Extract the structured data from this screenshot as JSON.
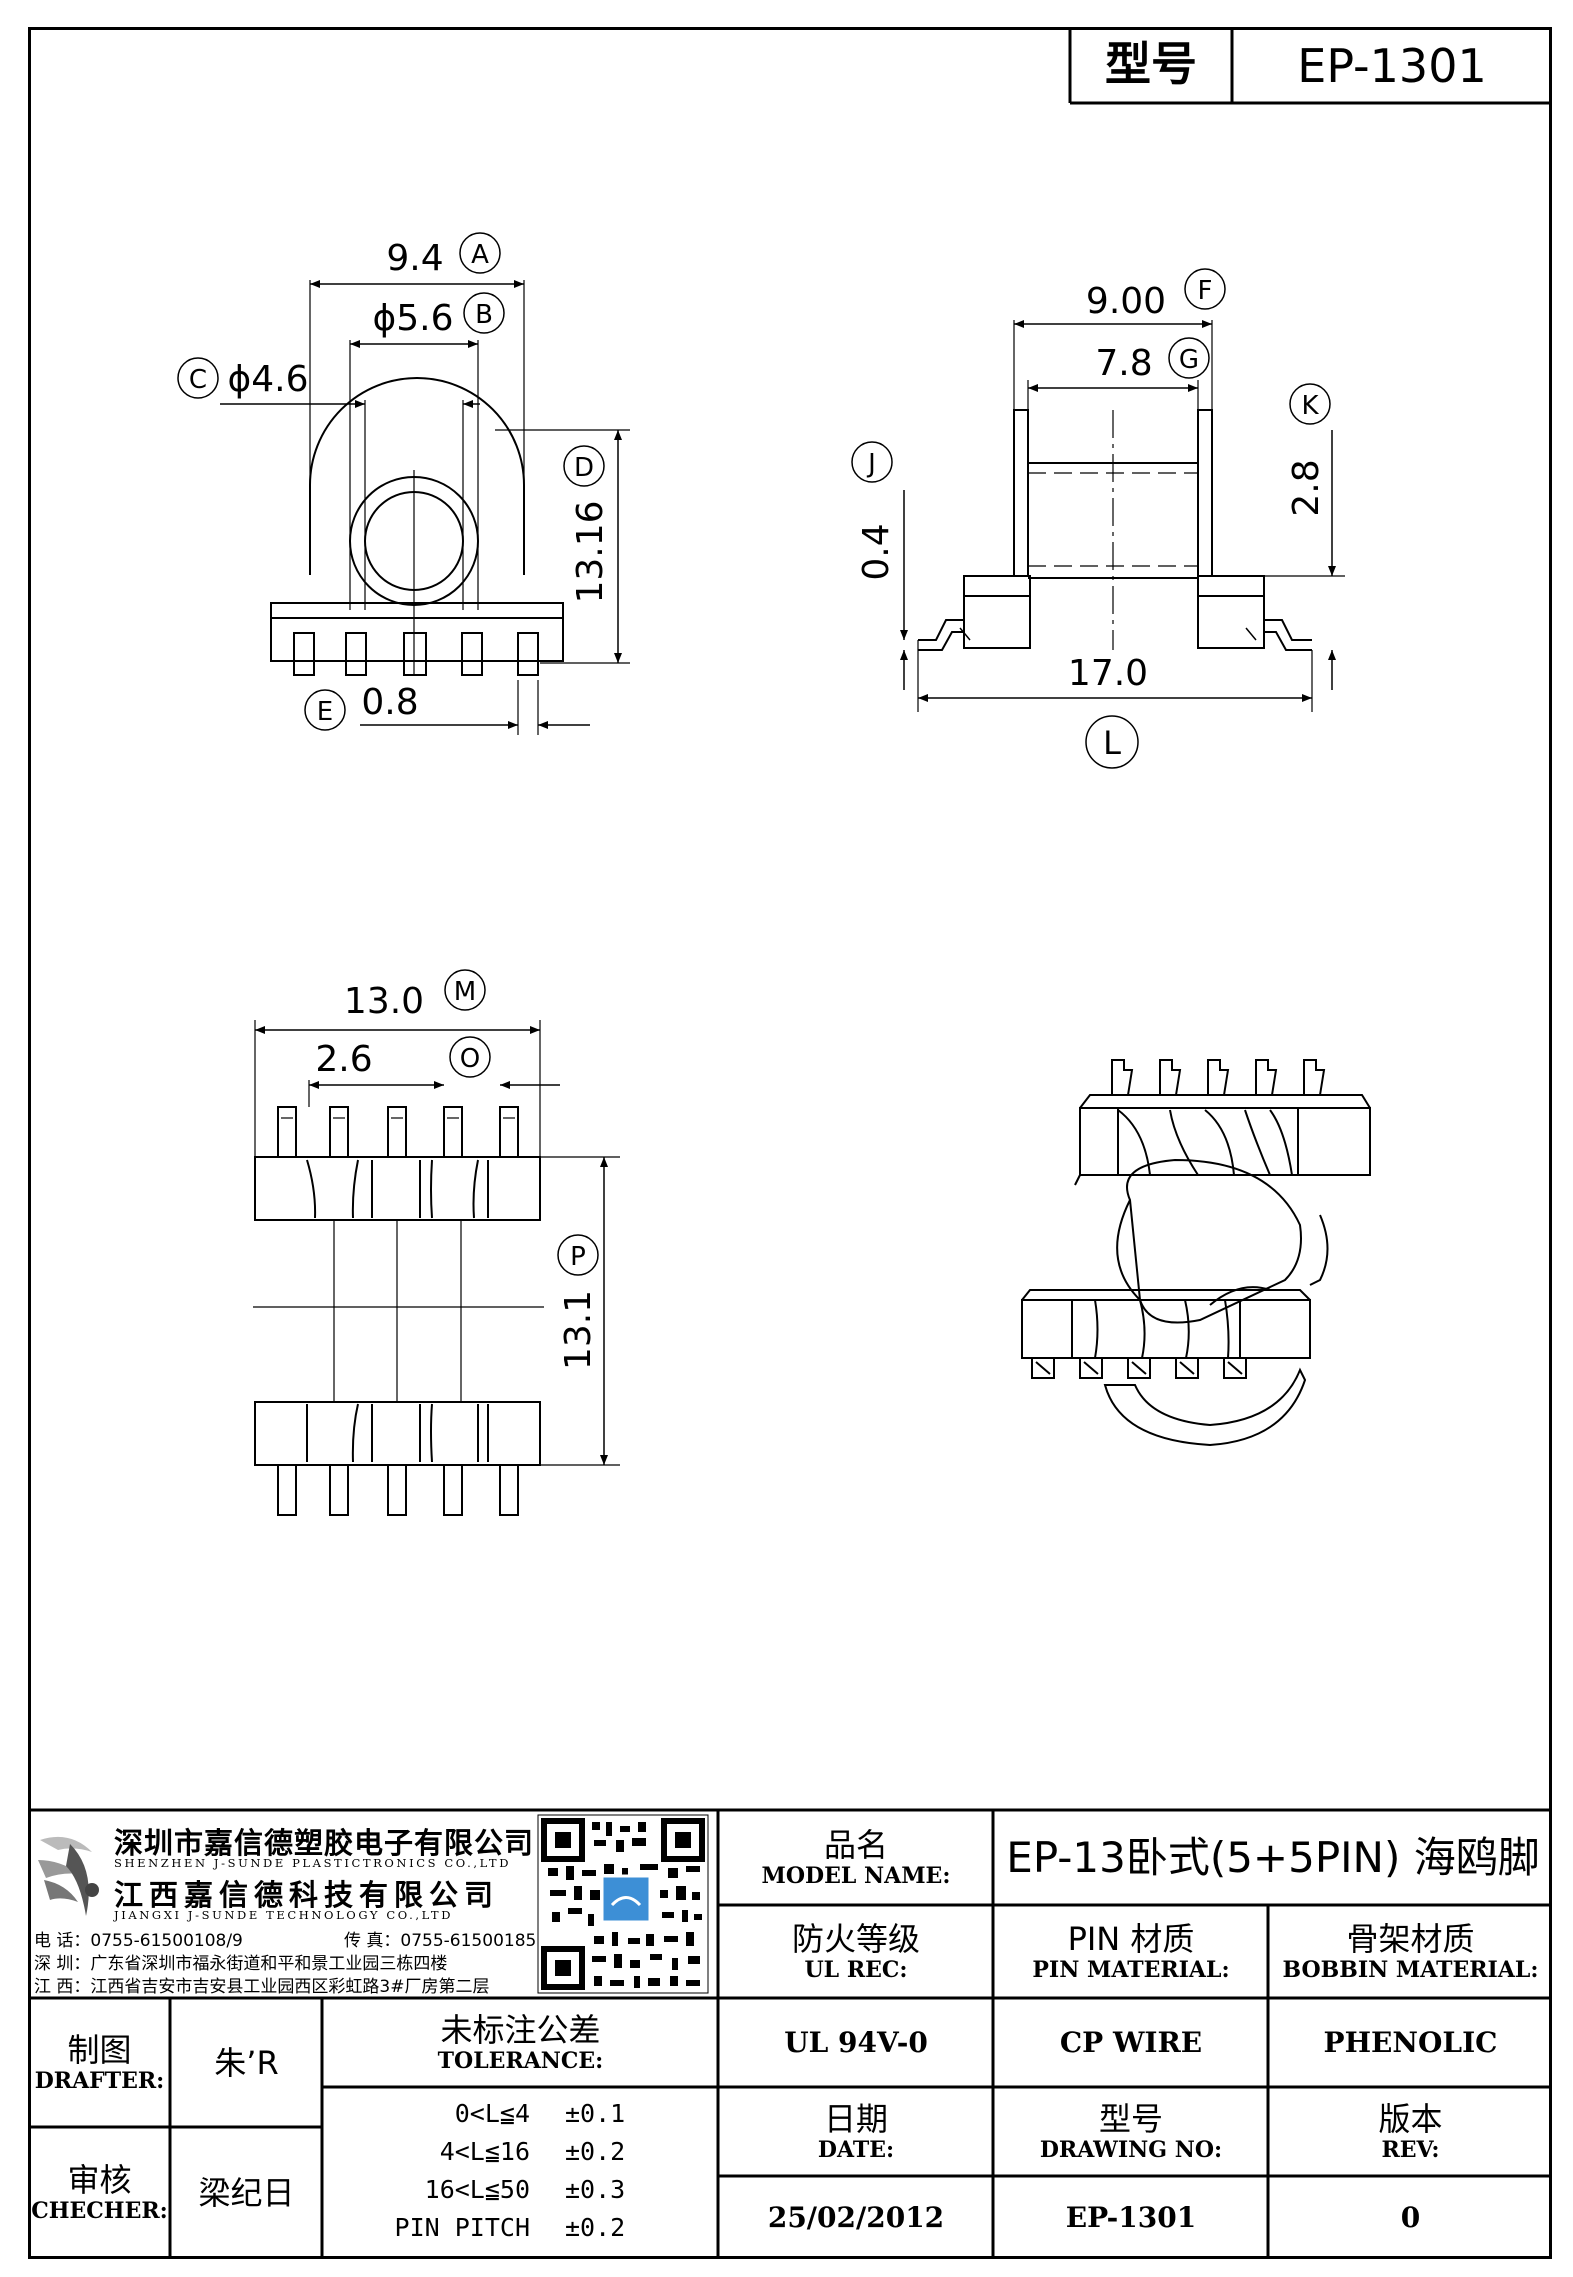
{
  "header": {
    "model_label": "型号",
    "model_value": "EP-1301"
  },
  "dimensions": {
    "a": "9.4",
    "a_tag": "A",
    "b": "ϕ5.6",
    "b_tag": "B",
    "c": "ϕ4.6",
    "c_tag": "C",
    "d": "13.16",
    "d_tag": "D",
    "e": "0.8",
    "e_tag": "E",
    "f": "9.00",
    "f_tag": "F",
    "g": "7.8",
    "g_tag": "G",
    "j": "0.4",
    "j_tag": "J",
    "k": "2.8",
    "k_tag": "K",
    "l": "17.0",
    "l_tag": "L",
    "m": "13.0",
    "m_tag": "M",
    "o": "2.6",
    "o_tag": "O",
    "p": "13.1",
    "p_tag": "P"
  },
  "company": {
    "name_sz_cn": "深圳市嘉信德塑胶电子有限公司",
    "name_sz_en": "SHENZHEN J-SUNDE PLASTICTRONICS CO.,LTD",
    "name_jx_cn": "江西嘉信德科技有限公司",
    "name_jx_en": "JIANGXI J-SUNDE TECHNOLOGY CO.,LTD",
    "phone": "电 话：0755-61500108/9",
    "fax": "传 真：0755-61500185",
    "addr_sz": "深 圳：广东省深圳市福永街道和平和景工业园三栋四楼",
    "addr_jx": "江 西：江西省吉安市吉安县工业园西区彩虹路3#厂房第二层"
  },
  "title_block": {
    "model_name_cn": "品名",
    "model_name_en": "MODEL NAME:",
    "model_name_value": "EP-13卧式(5+5PIN) 海鸥脚",
    "ul_cn": "防火等级",
    "ul_en": "UL REC:",
    "ul_value": "UL 94V-0",
    "pin_cn": "PIN 材质",
    "pin_en": "PIN MATERIAL:",
    "pin_value": "CP WIRE",
    "bobbin_cn": "骨架材质",
    "bobbin_en": "BOBBIN MATERIAL:",
    "bobbin_value": "PHENOLIC",
    "drafter_cn": "制图",
    "drafter_en": "DRAFTER:",
    "drafter_value": "朱’R",
    "checker_cn": "审核",
    "checker_en": "CHECHER:",
    "checker_value": "梁纪日",
    "tolerance_cn": "未标注公差",
    "tolerance_en": "TOLERANCE:",
    "tolerance_rows": [
      {
        "range": "0<L≦4",
        "value": "±0.1"
      },
      {
        "range": "4<L≦16",
        "value": "±0.2"
      },
      {
        "range": "16<L≦50",
        "value": "±0.3"
      },
      {
        "range": "PIN PITCH",
        "value": "±0.2"
      }
    ],
    "date_cn": "日期",
    "date_en": "DATE:",
    "date_value": "25/02/2012",
    "drawing_no_cn": "型号",
    "drawing_no_en": "DRAWING NO:",
    "drawing_no_value": "EP-1301",
    "rev_cn": "版本",
    "rev_en": "REV:",
    "rev_value": "0"
  }
}
